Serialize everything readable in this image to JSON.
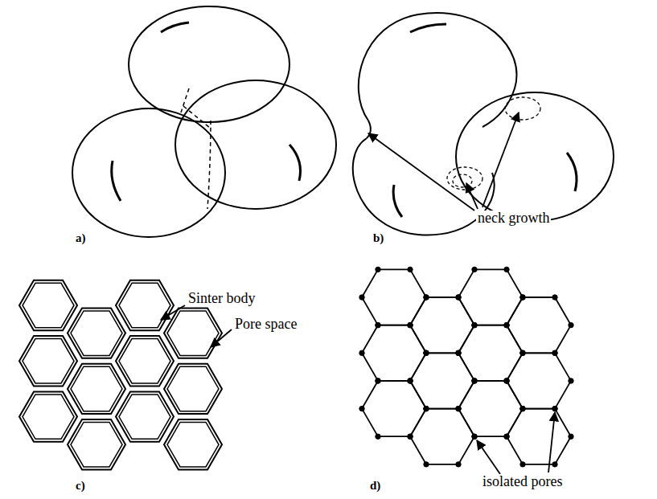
{
  "diagram": {
    "labels": [
      "a)",
      "b)",
      "c)",
      "d)",
      "neck growth",
      "Sinter body",
      "Pore space",
      "isolated pores"
    ]
  }
}
